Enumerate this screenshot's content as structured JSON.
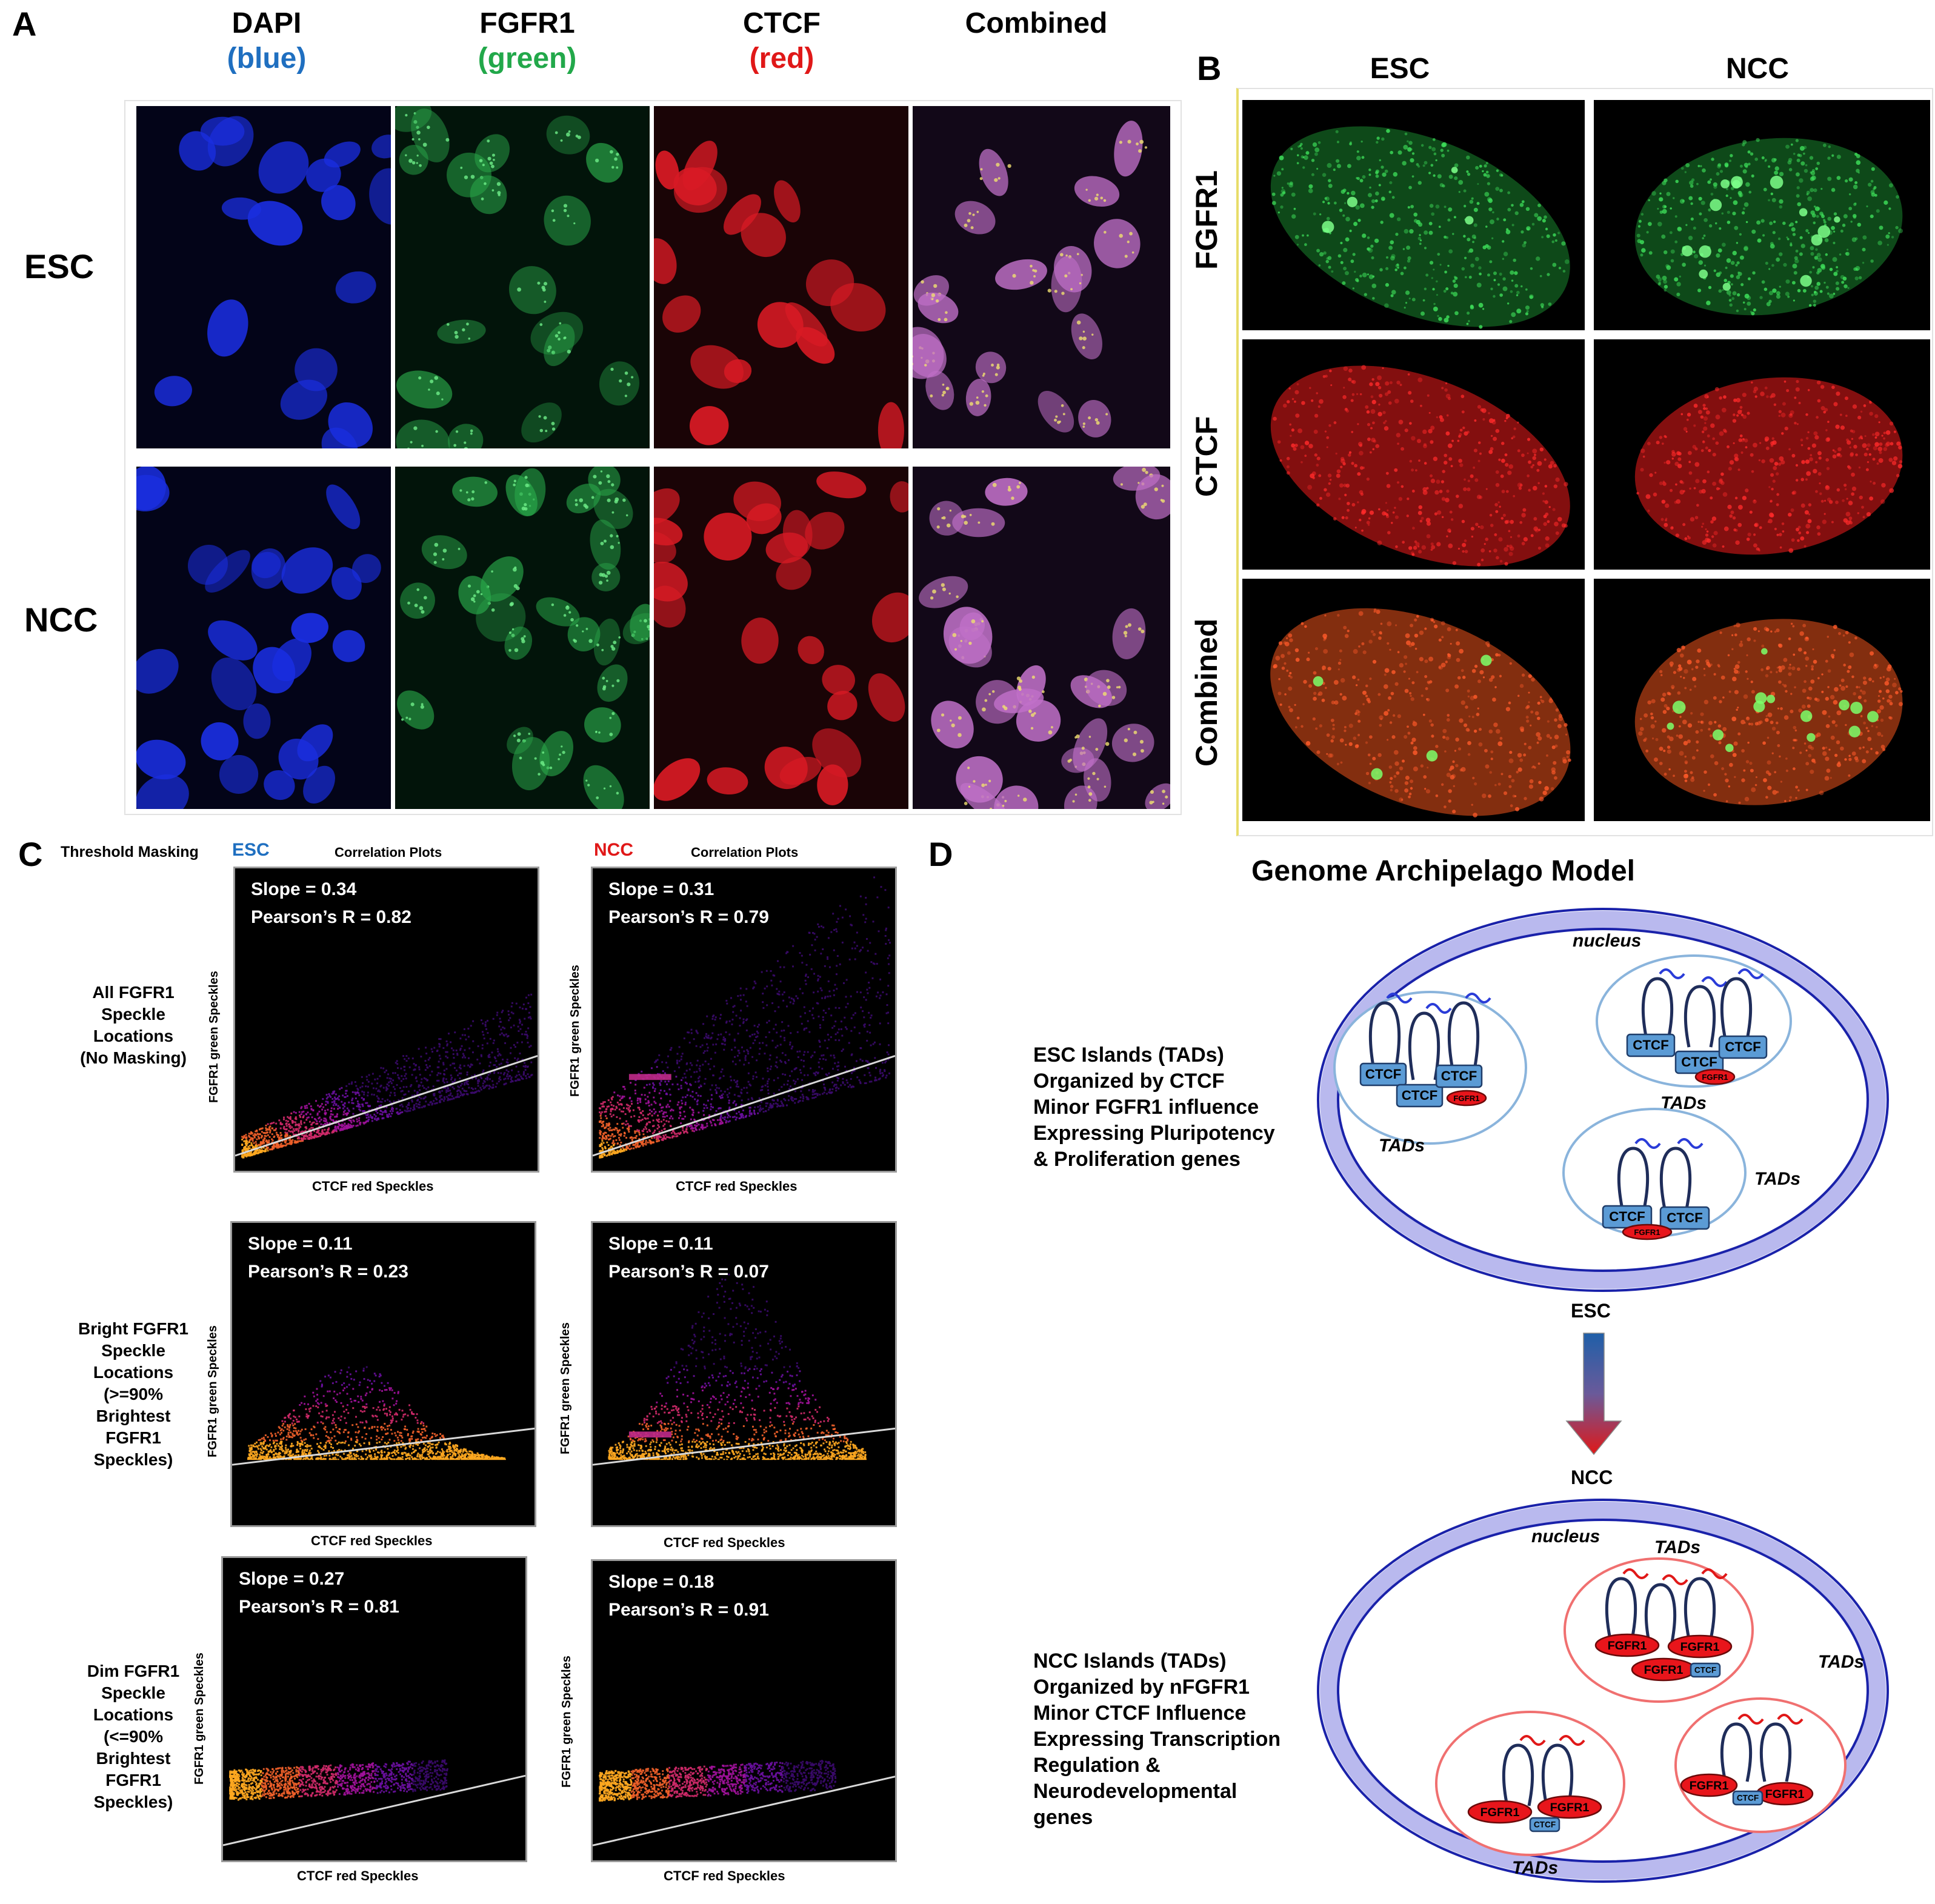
{
  "panels": {
    "a": "A",
    "b": "B",
    "c": "C",
    "d": "D"
  },
  "panel_a": {
    "columns": [
      {
        "name": "DAPI",
        "color": "(blue)",
        "color_hex": "#1f6fc0"
      },
      {
        "name": "FGFR1",
        "color": "(green)",
        "color_hex": "#22a84a"
      },
      {
        "name": "CTCF",
        "color": "(red)",
        "color_hex": "#e01818"
      },
      {
        "name": "Combined",
        "color": "",
        "color_hex": "#000000"
      }
    ],
    "rows": [
      "ESC",
      "NCC"
    ]
  },
  "panel_b": {
    "columns": [
      "ESC",
      "NCC"
    ],
    "rows": [
      "FGFR1",
      "CTCF",
      "Combined"
    ]
  },
  "panel_c": {
    "threshold_title": "Threshold Masking",
    "esc_label": "ESC",
    "ncc_label": "NCC",
    "esc_color": "#1f6fc0",
    "ncc_color": "#e01818",
    "correlation_title": "Correlation Plots",
    "xlabel": "CTCF red Speckles",
    "ylabel": "FGFR1 green Speckles",
    "mask_rows": [
      "All FGFR1\nSpeckle\nLocations\n(No Masking)",
      "Bright FGFR1\nSpeckle\nLocations\n(>=90%\nBrightest\nFGFR1\nSpeckles)",
      "Dim FGFR1\nSpeckle\nLocations\n(<=90%\nBrightest\nFGFR1\nSpeckles)"
    ],
    "plots": [
      {
        "slope_text": "Slope = 0.34",
        "r_text": "Pearson’s R = 0.82"
      },
      {
        "slope_text": "Slope = 0.31",
        "r_text": "Pearson’s R = 0.79"
      },
      {
        "slope_text": "Slope = 0.11",
        "r_text": "Pearson’s R = 0.23"
      },
      {
        "slope_text": "Slope = 0.11",
        "r_text": "Pearson’s R = 0.07"
      },
      {
        "slope_text": "Slope = 0.27",
        "r_text": "Pearson’s R = 0.81"
      },
      {
        "slope_text": "Slope = 0.18",
        "r_text": "Pearson’s R = 0.91"
      }
    ]
  },
  "panel_d": {
    "title": "Genome Archipelago Model",
    "nucleus_label": "nucleus",
    "tads_label": "TADs",
    "ctcf": "CTCF",
    "fgfr1": "FGFR1",
    "esc_label": "ESC",
    "ncc_label": "NCC",
    "esc_text": "ESC Islands (TADs)\nOrganized by CTCF\nMinor FGFR1 influence\nExpressing Pluripotency\n& Proliferation genes",
    "ncc_text": "NCC Islands (TADs)\nOrganized by nFGFR1\nMinor CTCF Influence\nExpressing Transcription\nRegulation &\nNeurodevelopmental\ngenes",
    "colors": {
      "blue_box": "#5b9bd5",
      "red_oval": "#e8151b",
      "chromatin": "#1f2d5a",
      "esc_rna": "#2a3cd8",
      "ncc_rna": "#e01818",
      "nucleus_ring": "#b9b9ee"
    }
  }
}
